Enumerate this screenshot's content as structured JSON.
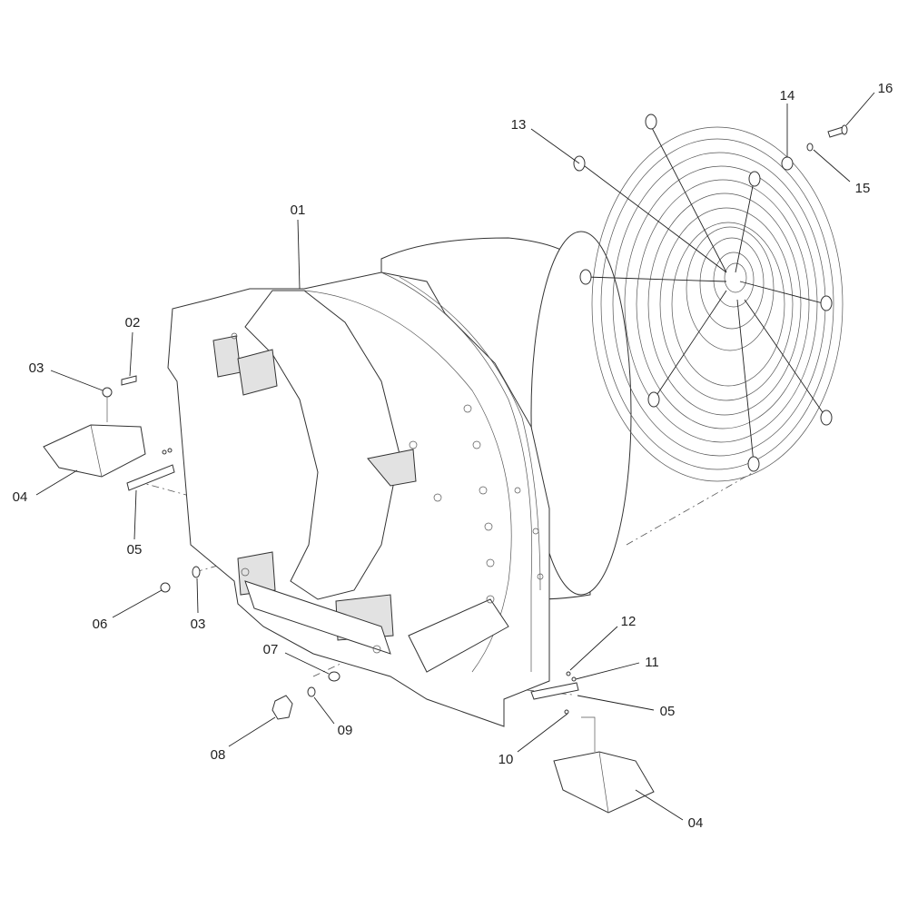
{
  "diagram": {
    "type": "exploded parts diagram",
    "labels": [
      "01",
      "02",
      "03",
      "04",
      "05",
      "06",
      "03",
      "07",
      "08",
      "09",
      "10",
      "05",
      "11",
      "12",
      "04",
      "13",
      "14",
      "15",
      "16"
    ]
  }
}
